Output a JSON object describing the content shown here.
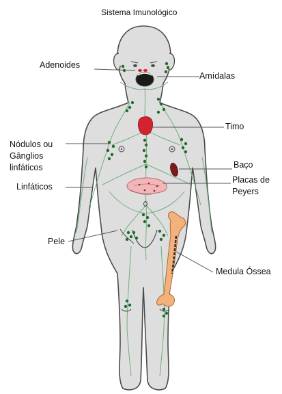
{
  "title": "Sistema Imunológico",
  "labels": {
    "adenoides": "Adenoides",
    "amidalas": "Amídalas",
    "timo": "Timo",
    "nodulos_1": "Nódulos ou",
    "nodulos_2": "Gânglios",
    "nodulos_3": "linfáticos",
    "baco": "Baço",
    "placas_1": "Placas de",
    "placas_2": "Peyers",
    "linfaticos": "Linfáticos",
    "pele": "Pele",
    "medula": "Medula Óssea"
  },
  "colors": {
    "body_fill": "#dedede",
    "body_outline": "#4a4a4a",
    "vessel": "#6fae7a",
    "node": "#1f6b2a",
    "thymus": "#d2232f",
    "spleen": "#7a1c1c",
    "intestine": "#f2b6b9",
    "bone": "#f2b27a"
  }
}
